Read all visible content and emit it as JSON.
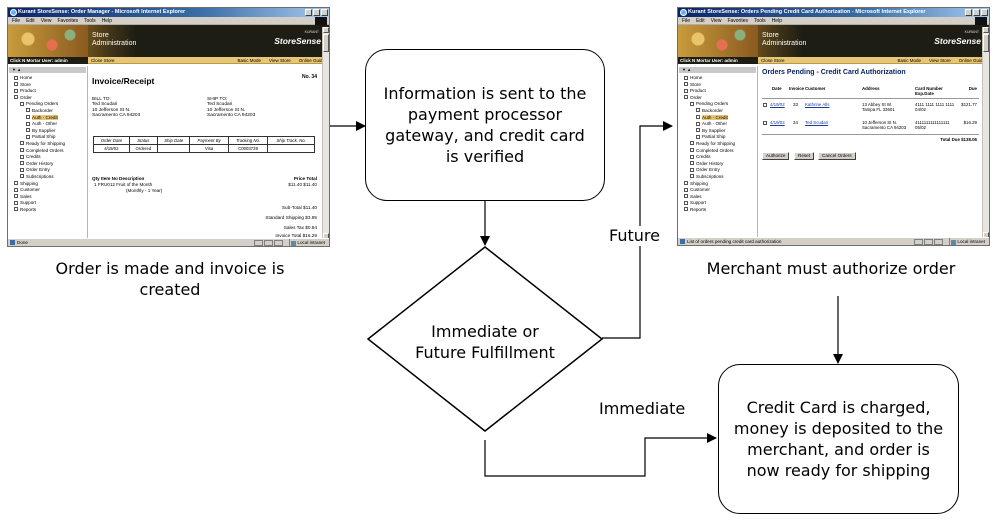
{
  "boxes": {
    "info_sent": "Information is sent to the payment processor gateway, and credit card is verified",
    "decision": "Immediate or Future Fulfillment",
    "charged": "Credit Card is charged, money is deposited to the merchant, and order is now ready for shipping"
  },
  "captions": {
    "left": "Order is made and invoice is created",
    "right": "Merchant must authorize order"
  },
  "edge_labels": {
    "future": "Future",
    "immediate": "Immediate"
  },
  "invoice_shot": {
    "window_title": "Kurant StoreSense: Order Manager - Microsoft Internet Explorer",
    "menu": [
      "File",
      "Edit",
      "View",
      "Favorites",
      "Tools",
      "Help"
    ],
    "banner_title_1": "Store",
    "banner_title_2": "Administration",
    "brand": "StoreSense",
    "brand_sup": "KURANT",
    "user": "Click N Mortar  User: admin",
    "close_store": "Close Store",
    "nav_links": [
      "Basic Mode",
      "View Store",
      "Online Guide"
    ],
    "side_head": "▼ ▲",
    "sidebar": [
      {
        "label": "Home",
        "level": 0
      },
      {
        "label": "Store",
        "level": 0
      },
      {
        "label": "Product",
        "level": 0
      },
      {
        "label": "Order",
        "level": 0
      },
      {
        "label": "Pending Orders",
        "level": 1
      },
      {
        "label": "Backorder",
        "level": 2
      },
      {
        "label": "Auth - Credit",
        "level": 2,
        "selected": true
      },
      {
        "label": "Auth - Other",
        "level": 2
      },
      {
        "label": "By Supplier",
        "level": 2
      },
      {
        "label": "Partial Ship",
        "level": 2
      },
      {
        "label": "Ready for Shipping",
        "level": 1
      },
      {
        "label": "Completed Orders",
        "level": 1
      },
      {
        "label": "Credits",
        "level": 1
      },
      {
        "label": "Order History",
        "level": 1
      },
      {
        "label": "Order Entry",
        "level": 1
      },
      {
        "label": "Subscriptions",
        "level": 1
      },
      {
        "label": "Shipping",
        "level": 0
      },
      {
        "label": "Customer",
        "level": 0
      },
      {
        "label": "Sales",
        "level": 0
      },
      {
        "label": "Support",
        "level": 0
      },
      {
        "label": "Reports",
        "level": 0
      }
    ],
    "title": "Invoice/Receipt",
    "invoice_no": "No. 34",
    "bill_to": [
      "BILL TO:",
      "Ted Scudari",
      "10 Jefferson St N.",
      "Sacramento CA 94203"
    ],
    "ship_to": [
      "SHIP TO:",
      "Ted Scudari",
      "10 Jefferson St N.",
      "Sacramento CA 94203"
    ],
    "table_headers": [
      "Order Date",
      "Status",
      "Ship Date",
      "Payment By",
      "Tracking No.",
      "Ship Track. No."
    ],
    "table_values": [
      "4/19/02",
      "Ordered",
      "",
      "Visa",
      "C0003739",
      ""
    ],
    "line_header": "Qty  Item No  Description",
    "line_header_right": "Price   Total",
    "line_item_1": "1   FRU012  Fruit of the Month",
    "line_item_2": "(Monthly - 1 Year)",
    "line_item_price": "$11.40  $11.40",
    "totals": [
      "Sub-Total $11.40",
      "Standard Shipping  $3.95",
      "Sales Tax  $0.94",
      "Invoice Total $16.29"
    ],
    "status": "Done",
    "zone": "Local intranet"
  },
  "auth_shot": {
    "window_title": "Kurant StoreSense: Orders Pending Credit Card Authorization - Microsoft Internet Explorer",
    "menu": [
      "File",
      "Edit",
      "View",
      "Favorites",
      "Tools",
      "Help"
    ],
    "banner_title_1": "Store",
    "banner_title_2": "Administration",
    "brand": "StoreSense",
    "brand_sup": "KURANT",
    "user": "Click N Mortar  User: admin",
    "close_store": "Close Store",
    "nav_links": [
      "Basic Mode",
      "View Store",
      "Online Guide"
    ],
    "side_head": "▼ ▲",
    "sidebar": [
      {
        "label": "Home",
        "level": 0
      },
      {
        "label": "Store",
        "level": 0
      },
      {
        "label": "Product",
        "level": 0
      },
      {
        "label": "Order",
        "level": 0
      },
      {
        "label": "Pending Orders",
        "level": 1
      },
      {
        "label": "Backorder",
        "level": 2
      },
      {
        "label": "Auth - Credit",
        "level": 2,
        "selected": true
      },
      {
        "label": "Auth - Other",
        "level": 2
      },
      {
        "label": "By Supplier",
        "level": 2
      },
      {
        "label": "Partial Ship",
        "level": 2
      },
      {
        "label": "Ready for Shipping",
        "level": 1
      },
      {
        "label": "Completed Orders",
        "level": 1
      },
      {
        "label": "Credits",
        "level": 1
      },
      {
        "label": "Order History",
        "level": 1
      },
      {
        "label": "Order Entry",
        "level": 1
      },
      {
        "label": "Subscriptions",
        "level": 1
      },
      {
        "label": "Shipping",
        "level": 0
      },
      {
        "label": "Customer",
        "level": 0
      },
      {
        "label": "Sales",
        "level": 0
      },
      {
        "label": "Support",
        "level": 0
      },
      {
        "label": "Reports",
        "level": 0
      }
    ],
    "title": "Orders Pending - Credit Card Authorization",
    "headers": [
      "Date",
      "Invoice",
      "Customer",
      "Address",
      "Card Number Exp.Date",
      "Due"
    ],
    "rows": [
      {
        "date": "4/19/02",
        "invoice": "33",
        "customer": "Kathrine Alls",
        "addr1": "13 Abbey St W.",
        "addr2": "Tampa FL 33601",
        "card": "4111 1111 1111 1111",
        "exp": "04/02",
        "due": "$121.77"
      },
      {
        "date": "4/19/02",
        "invoice": "34",
        "customer": "Ted Scudari",
        "addr1": "10 Jefferson St N.",
        "addr2": "Sacramento CA 94203",
        "card": "4111111111111111",
        "exp": "05/02",
        "due": "$16.29"
      }
    ],
    "total_due": "Total Due  $138.06",
    "buttons": [
      "Authorize",
      "Reset",
      "Cancel Orders"
    ],
    "status": "List of orders pending credit card authorization",
    "zone": "Local intranet"
  }
}
